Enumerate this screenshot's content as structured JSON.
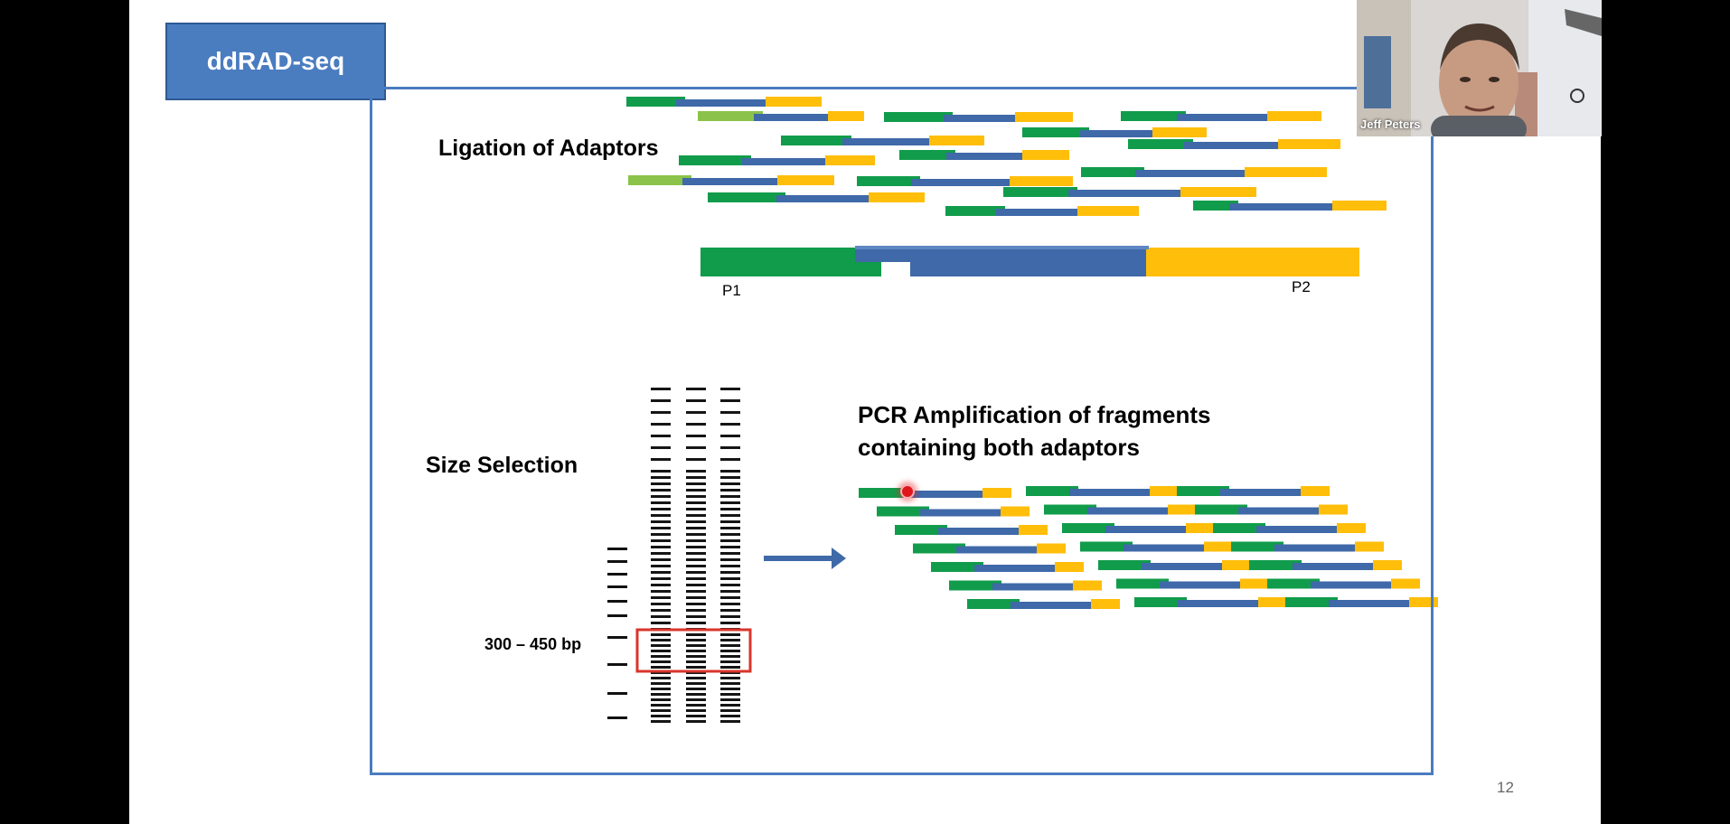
{
  "slide": {
    "title": "ddRAD-seq",
    "page_number": "12"
  },
  "ligation": {
    "label": "Ligation of Adaptors",
    "p1_label": "P1",
    "p2_label": "P2"
  },
  "size_selection": {
    "label": "Size Selection",
    "range_label": "300 – 450 bp"
  },
  "pcr": {
    "label": "PCR Amplification of fragments containing both adaptors"
  },
  "webcam": {
    "participant_name": "Jeff Peters"
  },
  "colors": {
    "adaptor_p1": "#119c4b",
    "adaptor_p1_light": "#8bc34a",
    "fragment": "#3f69a8",
    "adaptor_p2": "#ffbe0a",
    "frame": "#4a7cc0",
    "selection_box": "#d9342b",
    "arrow": "#3f69a8"
  }
}
